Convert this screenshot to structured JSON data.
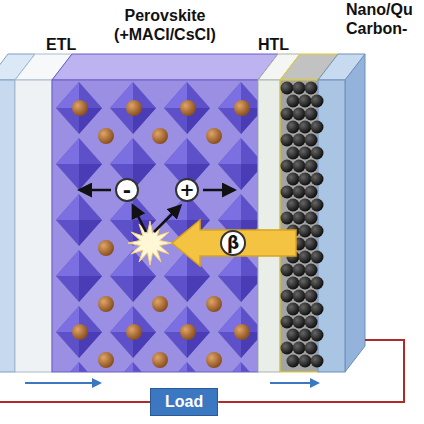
{
  "diagram": {
    "nodes": [
      {
        "text": [
          "ETL"
        ]
      },
      {
        "text": [
          "Perovskite (+MACl/CsCl)"
        ]
      },
      {
        "text": [
          "-"
        ],
        "in": 1
      },
      {
        "text": [
          "+"
        ],
        "in": 1
      },
      {
        "text": [
          "β"
        ],
        "in": 1
      },
      {
        "text": [
          "HTL"
        ]
      },
      {
        "text": [
          "Nano/Qu Carbon-"
        ]
      },
      {
        "text": [
          "Load"
        ]
      }
    ],
    "edges": [
      {
        "from": 6,
        "to": 7,
        "arrow": "none"
      }
    ]
  }
}
